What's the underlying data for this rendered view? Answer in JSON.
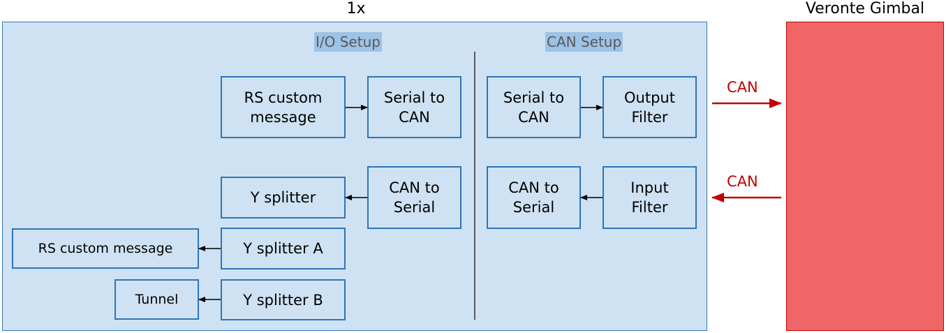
{
  "headers": {
    "instances": "1x",
    "gimbal": "Veronte Gimbal"
  },
  "sections": {
    "io_setup": "I/O Setup",
    "can_setup": "CAN Setup"
  },
  "blocks": {
    "rs_custom_message": "RS custom\nmessage",
    "io_serial_to_can": "Serial to\nCAN",
    "can_serial_to_can": "Serial to\nCAN",
    "output_filter": "Output\nFilter",
    "y_splitter": "Y splitter",
    "io_can_to_serial": "CAN to\nSerial",
    "can_can_to_serial": "CAN to\nSerial",
    "input_filter": "Input\nFilter",
    "y_splitter_a": "Y splitter A",
    "rs_custom_message_out": "RS custom message",
    "y_splitter_b": "Y splitter B",
    "tunnel": "Tunnel"
  },
  "links": {
    "can_out": "CAN",
    "can_in": "CAN"
  },
  "colors": {
    "panel_fill": "#cfe2f3",
    "block_border": "#2e75b6",
    "gimbal_fill": "#f06666",
    "can_arrow": "#c00000"
  }
}
